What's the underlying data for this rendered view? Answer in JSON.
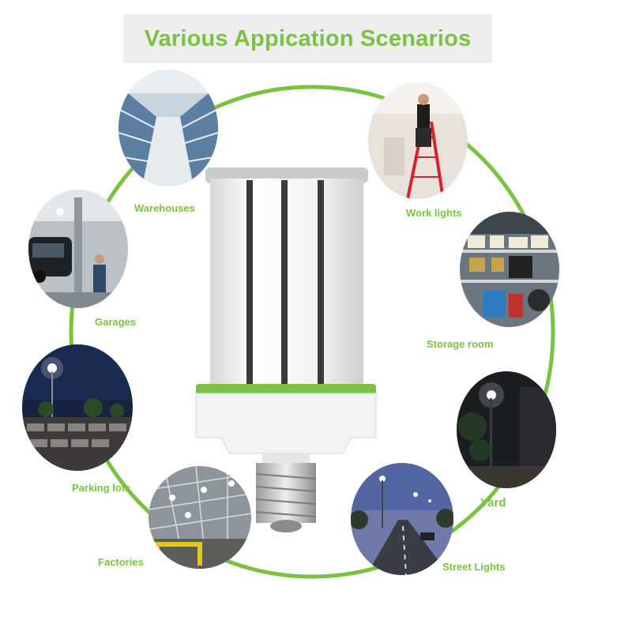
{
  "title": "Various Appication Scenarios",
  "colors": {
    "accent": "#7cc242",
    "title_bg": "#eeeeee"
  },
  "scenarios": {
    "warehouses": "Warehouses",
    "work_lights": "Work lights",
    "garages": "Garages",
    "storage_room": "Storage room",
    "parking_lots": "Parking lots",
    "yard": "Yard",
    "factories": "Factories",
    "street_lights": "Street Lights"
  }
}
